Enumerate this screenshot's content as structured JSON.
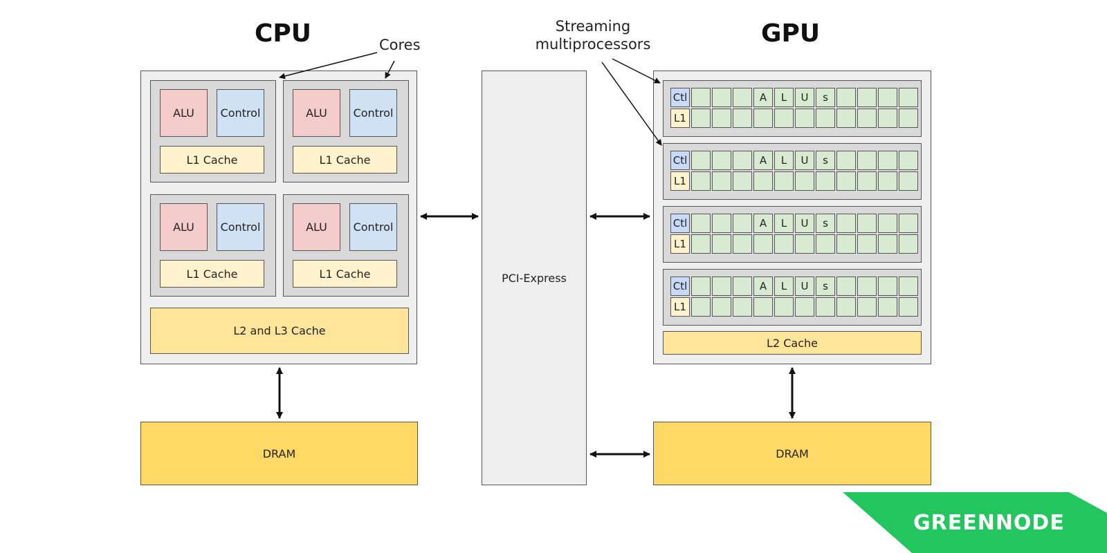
{
  "cpu": {
    "title": "CPU",
    "callout": "Cores",
    "cores": [
      {
        "alu": "ALU",
        "control": "Control",
        "l1": "L1 Cache"
      },
      {
        "alu": "ALU",
        "control": "Control",
        "l1": "L1 Cache"
      },
      {
        "alu": "ALU",
        "control": "Control",
        "l1": "L1 Cache"
      },
      {
        "alu": "ALU",
        "control": "Control",
        "l1": "L1 Cache"
      }
    ],
    "l2l3": "L2 and L3 Cache",
    "dram": "DRAM"
  },
  "pcie": {
    "label": "PCI-Express"
  },
  "gpu": {
    "title": "GPU",
    "callout_line1": "Streaming",
    "callout_line2": "multiprocessors",
    "sm_ctl": "Ctl",
    "sm_l1": "L1",
    "alu_letters": [
      "A",
      "L",
      "U",
      "s"
    ],
    "sm_count": 4,
    "l2": "L2 Cache",
    "dram": "DRAM"
  },
  "logo": {
    "text": "GREENNODE",
    "color": "#22c55e"
  }
}
